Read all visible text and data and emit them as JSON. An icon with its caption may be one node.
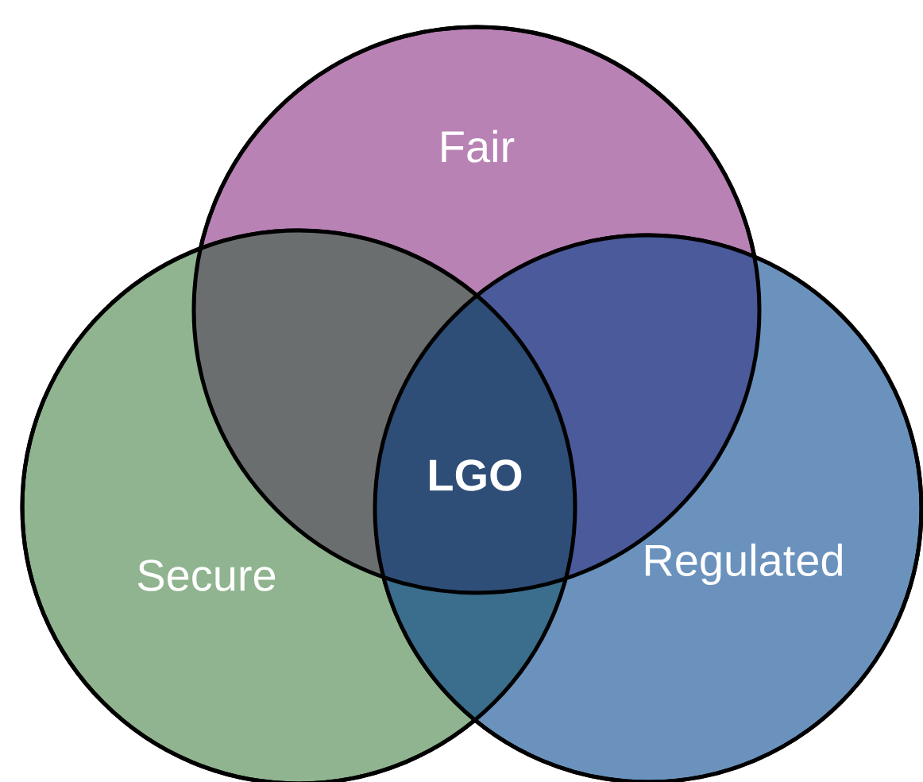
{
  "diagram": {
    "nodes": [
      {
        "text": [
          "Fair"
        ]
      },
      {
        "text": [
          "Secure"
        ]
      },
      {
        "text": [
          "Regulated"
        ]
      }
    ],
    "labels": [
      "LGO"
    ]
  }
}
